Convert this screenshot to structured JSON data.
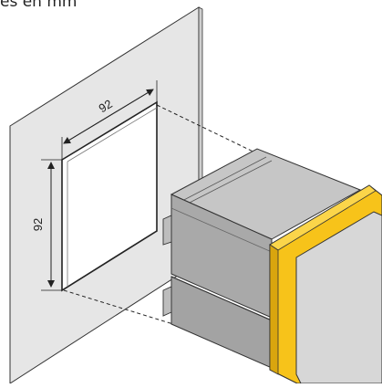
{
  "diagram": {
    "caption": "es en mm",
    "dimension_top": "92",
    "dimension_left": "92"
  },
  "colors": {
    "panel_fill": "#e6e6e6",
    "panel_stroke": "#333333",
    "cutout_stroke": "#222222",
    "housing_front": "#a9a9a9",
    "housing_top": "#c6c6c6",
    "housing_side": "#b8b8b8",
    "bezel_yellow": "#f7c31a",
    "bezel_yellow_dark": "#d9a50e",
    "display_face": "#d7d7d7"
  }
}
